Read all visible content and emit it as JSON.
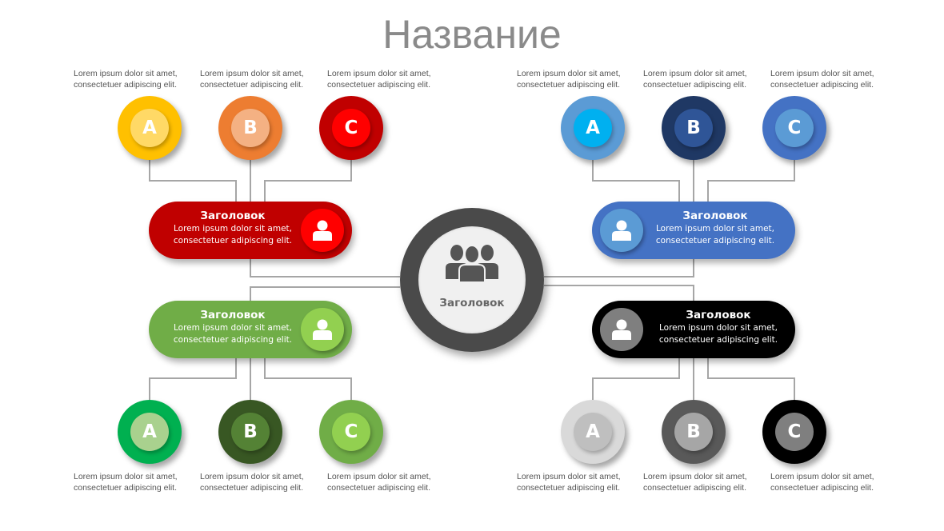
{
  "title": "Название",
  "center": {
    "label": "Заголовок",
    "icon": "group-icon"
  },
  "lorem_line1": "Lorem ipsum dolor sit amet,",
  "lorem_line2": "consectetuer adipiscing elit.",
  "groups": [
    {
      "name": "top-left",
      "heading": "Заголовок",
      "text1": "Lorem ipsum dolor sit amet,",
      "text2": "consectetuer adipiscing elit.",
      "pill_color": "#c00000",
      "icon_bg": "#ff0000",
      "icon": "person-icon",
      "items": [
        {
          "letter": "A",
          "outer": "#ffc000",
          "inner": "#ffd966",
          "desc1": "Lorem ipsum dolor sit amet,",
          "desc2": "consectetuer adipiscing elit."
        },
        {
          "letter": "B",
          "outer": "#ed7d31",
          "inner": "#f4b183",
          "desc1": "Lorem ipsum dolor sit amet,",
          "desc2": "consectetuer adipiscing elit."
        },
        {
          "letter": "C",
          "outer": "#c00000",
          "inner": "#ff0000",
          "desc1": "Lorem ipsum dolor sit amet,",
          "desc2": "consectetuer adipiscing elit."
        }
      ]
    },
    {
      "name": "top-right",
      "heading": "Заголовок",
      "text1": "Lorem ipsum dolor sit amet,",
      "text2": "consectetuer adipiscing elit.",
      "pill_color": "#4472c4",
      "icon_bg": "#5b9bd5",
      "icon": "person-icon",
      "items": [
        {
          "letter": "A",
          "outer": "#5b9bd5",
          "inner": "#00b0f0",
          "desc1": "Lorem ipsum dolor sit amet,",
          "desc2": "consectetuer adipiscing elit."
        },
        {
          "letter": "B",
          "outer": "#1f3864",
          "inner": "#2f5597",
          "desc1": "Lorem ipsum dolor sit amet,",
          "desc2": "consectetuer adipiscing elit."
        },
        {
          "letter": "C",
          "outer": "#4472c4",
          "inner": "#5b9bd5",
          "desc1": "Lorem ipsum dolor sit amet,",
          "desc2": "consectetuer adipiscing elit."
        }
      ]
    },
    {
      "name": "bottom-left",
      "heading": "Заголовок",
      "text1": "Lorem ipsum dolor sit amet,",
      "text2": "consectetuer adipiscing elit.",
      "pill_color": "#70ad47",
      "icon_bg": "#92d050",
      "icon": "person-icon",
      "items": [
        {
          "letter": "A",
          "outer": "#00b050",
          "inner": "#a9d18e",
          "desc1": "Lorem ipsum dolor sit amet,",
          "desc2": "consectetuer adipiscing elit."
        },
        {
          "letter": "B",
          "outer": "#385723",
          "inner": "#548235",
          "desc1": "Lorem ipsum dolor sit amet,",
          "desc2": "consectetuer adipiscing elit."
        },
        {
          "letter": "C",
          "outer": "#70ad47",
          "inner": "#92d050",
          "desc1": "Lorem ipsum dolor sit amet,",
          "desc2": "consectetuer adipiscing elit."
        }
      ]
    },
    {
      "name": "bottom-right",
      "heading": "Заголовок",
      "text1": "Lorem ipsum dolor sit amet,",
      "text2": "consectetuer adipiscing elit.",
      "pill_color": "#000000",
      "icon_bg": "#7f7f7f",
      "icon": "person-icon",
      "items": [
        {
          "letter": "A",
          "outer": "#d9d9d9",
          "inner": "#bfbfbf",
          "desc1": "Lorem ipsum dolor sit amet,",
          "desc2": "consectetuer adipiscing elit."
        },
        {
          "letter": "B",
          "outer": "#595959",
          "inner": "#a6a6a6",
          "desc1": "Lorem ipsum dolor sit amet,",
          "desc2": "consectetuer adipiscing elit."
        },
        {
          "letter": "C",
          "outer": "#000000",
          "inner": "#7f7f7f",
          "desc1": "Lorem ipsum dolor sit amet,",
          "desc2": "consectetuer adipiscing elit."
        }
      ]
    }
  ]
}
